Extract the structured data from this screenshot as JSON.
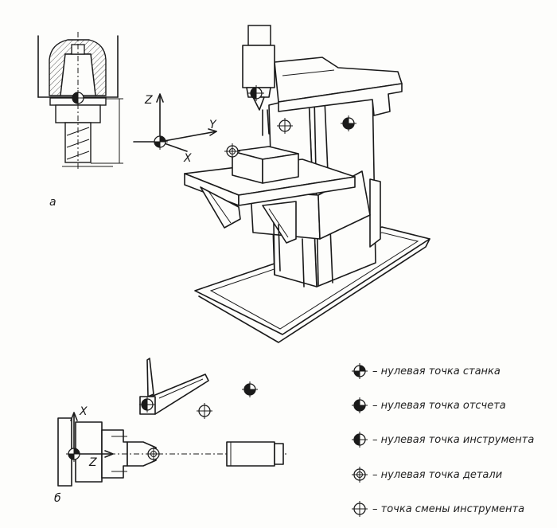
{
  "labels": {
    "view_a": "а",
    "view_b": "б",
    "axis_z_top": "Z",
    "axis_y_top": "Y",
    "axis_x_top": "X",
    "axis_x_bottom": "X",
    "axis_z_bottom": "Z"
  },
  "legend": [
    {
      "symbol": "machine-zero-icon",
      "text": "– нулевая точка станка"
    },
    {
      "symbol": "reference-zero-icon",
      "text": "– нулевая точка отсчета"
    },
    {
      "symbol": "tool-zero-icon",
      "text": "– нулевая точка инструмента"
    },
    {
      "symbol": "part-zero-icon",
      "text": "– нулевая точка детали"
    },
    {
      "symbol": "tool-change-point-icon",
      "text": "– точка смены инструмента"
    }
  ]
}
